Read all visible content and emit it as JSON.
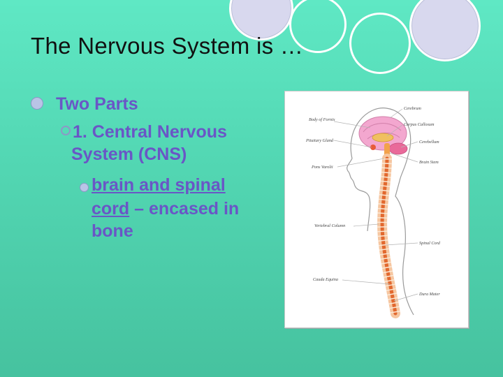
{
  "slide": {
    "title": "The Nervous System is …",
    "bullets": {
      "level1": "Two Parts",
      "level2_line1": "1. Central Nervous",
      "level2_line2": "System (CNS)",
      "level3_part1": "brain and spinal",
      "level3_part2": "cord",
      "level3_part3": " – encased in",
      "level3_line3": "bone"
    }
  },
  "figure": {
    "labels": {
      "body_of_fornix": "Body of Fornix",
      "cerebrum": "Cerebrum",
      "corpus_callosum": "Corpus Callosum",
      "pituitary_gland": "Pituitary Gland",
      "cerebellum": "Cerebellum",
      "brain_stem": "Brain Stem",
      "pons_varolii": "Pons Varolii",
      "vertebral_column": "Vertebral Column",
      "spinal_cord": "Spinal Cord",
      "cauda_equina": "Cauda Equina",
      "dura_mater": "Dura Mater"
    }
  },
  "colors": {
    "background": "#52d6b2",
    "title": "#111111",
    "body_text": "#6a56c6",
    "bullet": "#b9c4e6"
  }
}
